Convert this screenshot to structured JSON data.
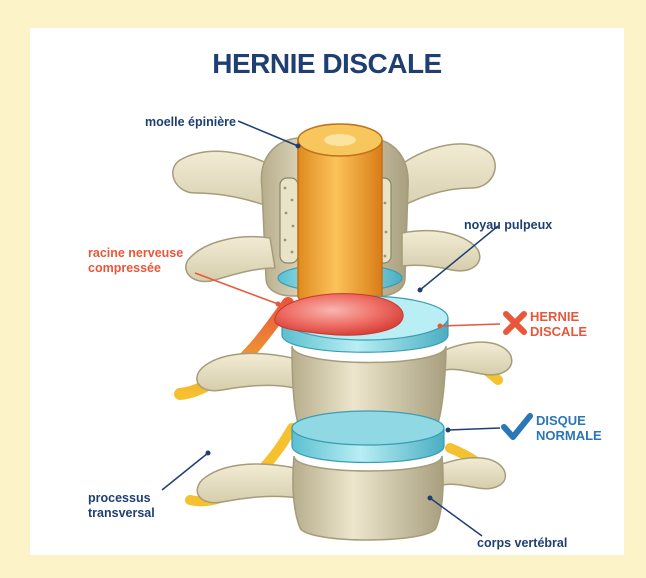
{
  "title": "HERNIE DISCALE",
  "labels": {
    "spinal_cord": "moelle épinière",
    "nerve_root_line1": "racine nerveuse",
    "nerve_root_line2": "compressée",
    "nucleus": "noyau pulpeux",
    "herniated_line1": "HERNIE",
    "herniated_line2": "DISCALE",
    "normal_line1": "DISQUE",
    "normal_line2": "NORMALE",
    "transverse_line1": "processus",
    "transverse_line2": "transversal",
    "vertebral_body": "corps vertébral"
  },
  "icons": {
    "herniated": "cross-icon",
    "normal": "check-icon"
  },
  "colors": {
    "background": "#fdf3c8",
    "title": "#1f3f73",
    "label": "#1f3f73",
    "highlight_red": "#e8573a",
    "highlight_blue": "#2a76b6",
    "disc": "#8fd8e4",
    "bone": "#cfc7a8",
    "spinal_cord": "#f0a22e",
    "nerve": "#f5c12e"
  }
}
